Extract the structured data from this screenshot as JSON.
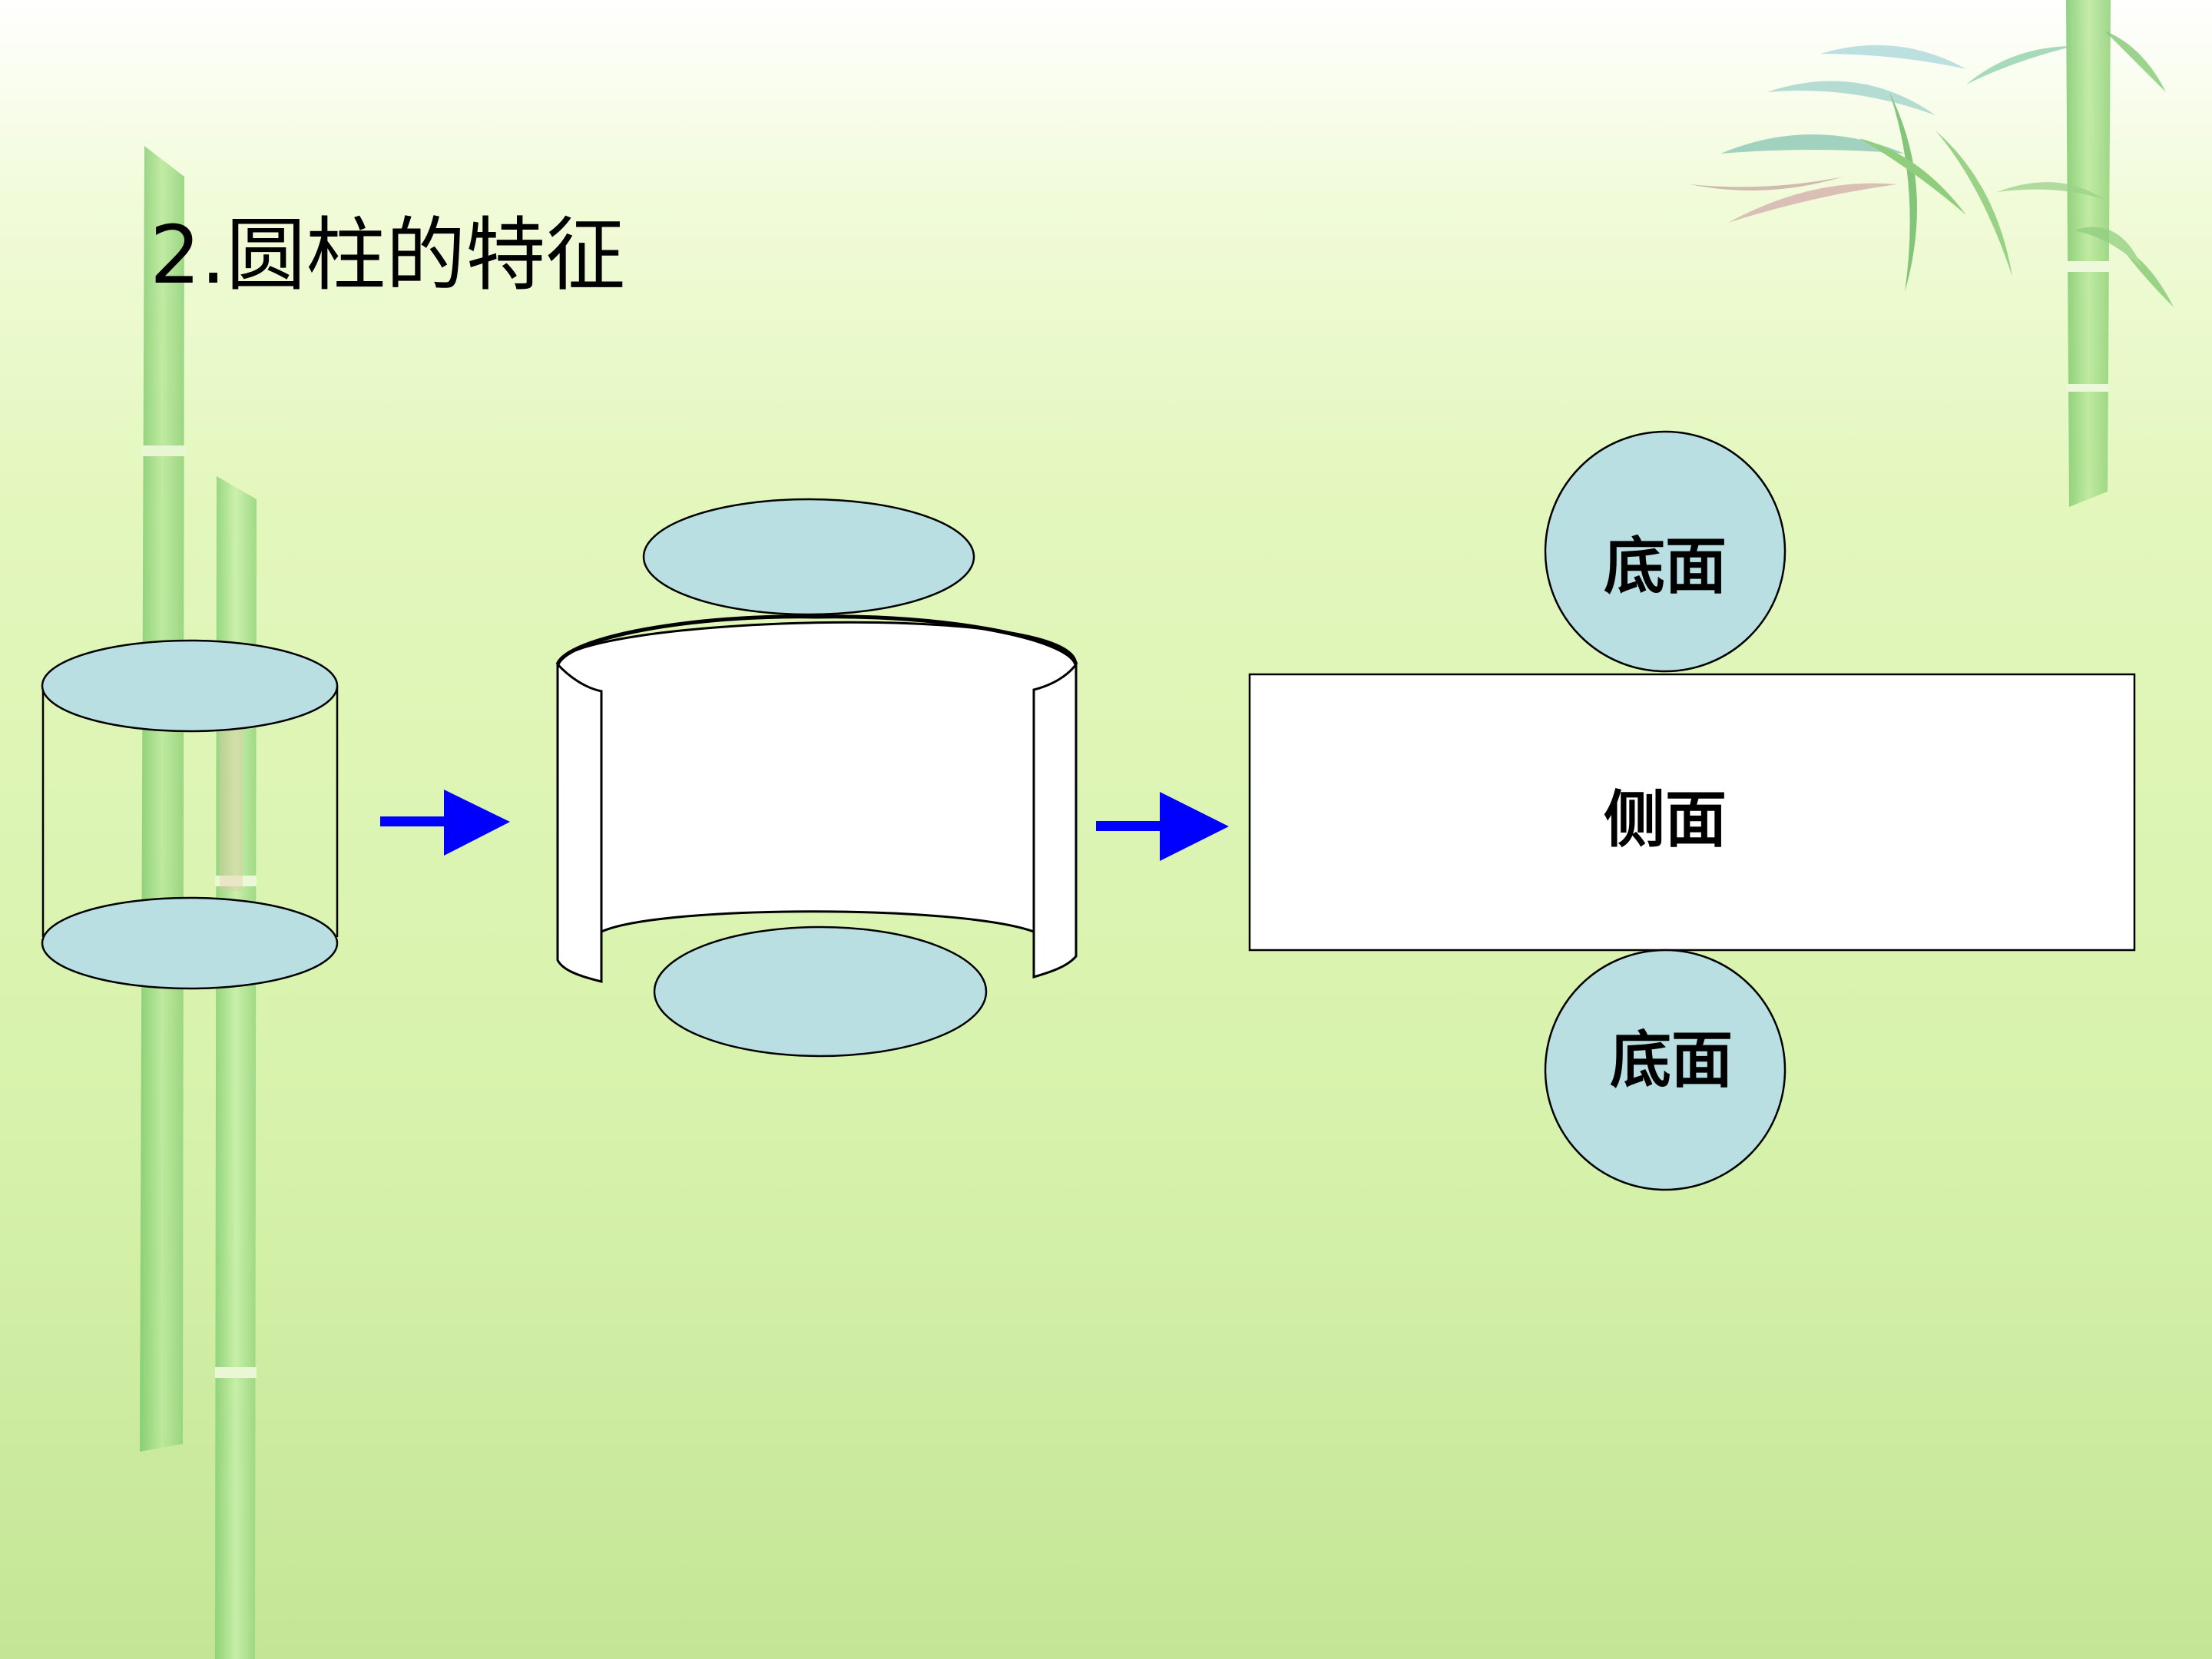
{
  "title": "2.圆柱的特征",
  "net": {
    "top_base_label": "底面",
    "side_label": "侧面",
    "bottom_base_label": "底面"
  },
  "colors": {
    "base_fill": "#b9dfe3",
    "arrow": "#0000ff",
    "background_top": "#ffffff",
    "background_mid": "#e6f8c0",
    "background_bottom": "#c4e596"
  },
  "icons": [
    "bamboo-stalk-icon",
    "bamboo-leaves-icon",
    "right-arrow-icon"
  ]
}
